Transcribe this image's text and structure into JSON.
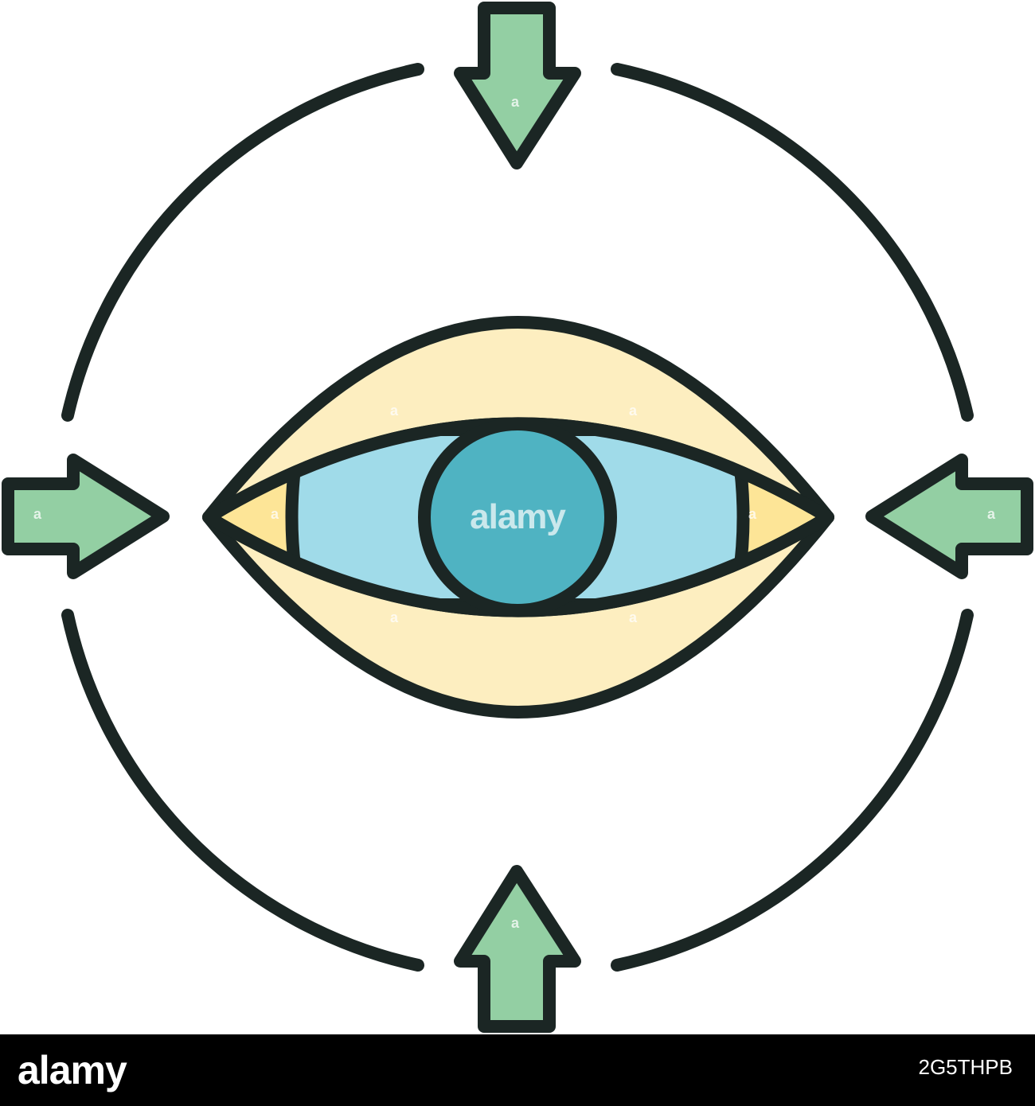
{
  "watermark": {
    "center_text": "alamy",
    "small_mark": "a"
  },
  "footer": {
    "brand": "alamy",
    "image_id": "2G5THPB"
  },
  "colors": {
    "outline": "#1b2624",
    "arrow_fill": "#93cfa3",
    "eyelid_fill": "#fdeec0",
    "eye_corner_fill": "#fde597",
    "sclera_fill": "#a0dbe9",
    "iris_fill": "#4fb3c2",
    "footer_bg": "#000000"
  },
  "icons": {
    "main": "eye-focus-icon",
    "arrows": [
      "arrow-down-icon",
      "arrow-left-icon",
      "arrow-right-icon",
      "arrow-up-icon"
    ]
  }
}
